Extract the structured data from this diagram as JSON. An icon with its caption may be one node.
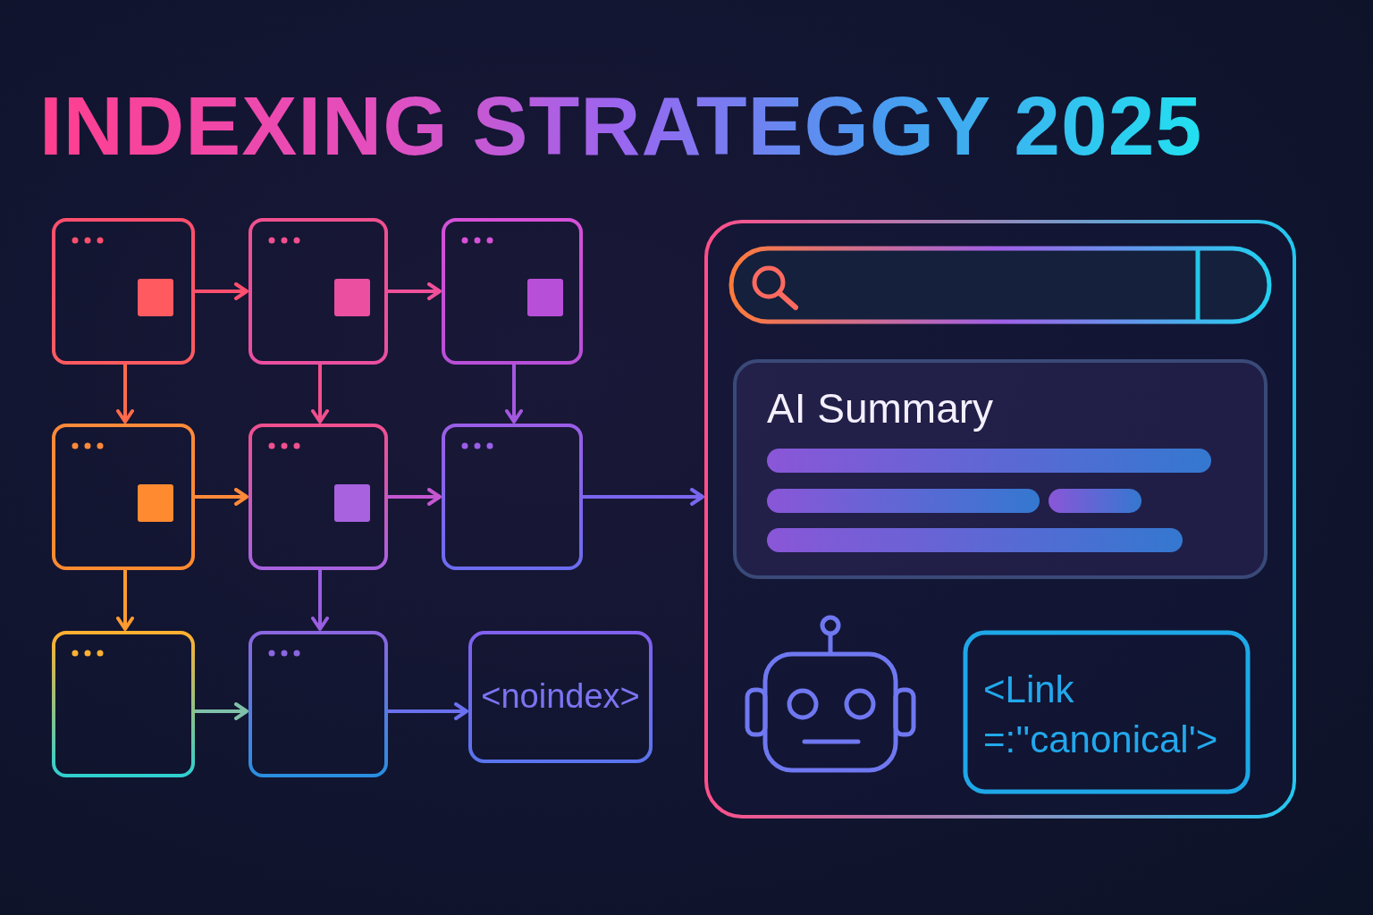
{
  "diagram": {
    "title": "INDEXING STRATEGGY 2025",
    "nodes": [
      {
        "text": [],
        "shape": "box"
      },
      {
        "text": [],
        "shape": "box"
      },
      {
        "text": [],
        "shape": "box"
      },
      {
        "text": [],
        "shape": "box"
      },
      {
        "text": [],
        "shape": "box"
      },
      {
        "text": [],
        "shape": "box"
      },
      {
        "text": [],
        "shape": "box"
      },
      {
        "text": [],
        "shape": "box"
      },
      {
        "text": [
          "<noindex>"
        ]
      },
      {
        "text": [],
        "shape": "box"
      },
      {
        "text": [
          "AI Summary"
        ],
        "in": 9
      },
      {
        "text": [
          "<Link =:''canonical'>"
        ],
        "in": 9
      }
    ],
    "edges": [
      {
        "from": 0,
        "to": 1,
        "arrow": "to",
        "color": "#ff4f6e"
      },
      {
        "from": 1,
        "to": 2,
        "arrow": "to",
        "color": "#f0509a"
      },
      {
        "from": 0,
        "to": 3,
        "arrow": "to",
        "color": "#ff6a4a"
      },
      {
        "from": 1,
        "to": 4,
        "arrow": "to",
        "color": "#f0508c"
      },
      {
        "from": 2,
        "to": 5,
        "arrow": "to",
        "color": "#a458e0"
      },
      {
        "from": 3,
        "to": 4,
        "arrow": "to",
        "color": "#ff8a3a"
      },
      {
        "from": 4,
        "to": 5,
        "arrow": "to",
        "color": "#c456d0"
      },
      {
        "from": 5,
        "to": 9,
        "arrow": "to",
        "color": "#7a66ee"
      },
      {
        "from": 3,
        "to": 6,
        "arrow": "to",
        "color": "#ff9a30"
      },
      {
        "from": 4,
        "to": 7,
        "arrow": "to",
        "color": "#9a5ee0"
      },
      {
        "from": 6,
        "to": 7,
        "arrow": "to",
        "color": "#7fc0a8"
      },
      {
        "from": 7,
        "to": 8,
        "arrow": "to",
        "color": "#6a70ee"
      }
    ]
  }
}
